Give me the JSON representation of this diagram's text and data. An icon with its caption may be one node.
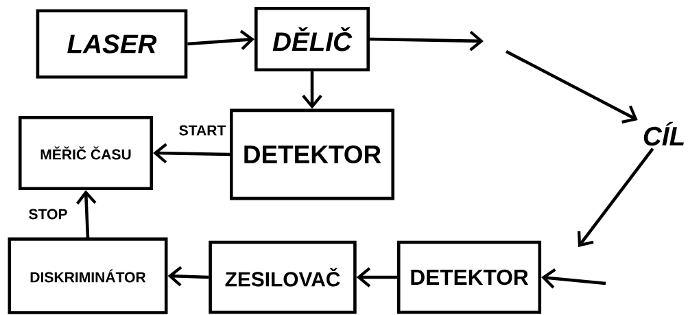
{
  "diagram": {
    "nodes": [
      {
        "text": [
          "LASER"
        ]
      },
      {
        "text": [
          "DĚLIČ"
        ]
      },
      {
        "text": [
          "DETEKTOR"
        ]
      },
      {
        "text": [
          "MĚŘIČ ČASU"
        ]
      },
      {
        "text": [
          "CÍL"
        ]
      },
      {
        "text": [
          "DISKRIMINÁTOR"
        ]
      },
      {
        "text": [
          "ZESILOVAČ"
        ]
      },
      {
        "text": [
          "DETEKTOR"
        ]
      }
    ],
    "edges": [
      {
        "from": 0,
        "to": 1,
        "arrow": "to"
      },
      {
        "from": 1,
        "to": 2,
        "arrow": "to"
      },
      {
        "from": 1,
        "to": null,
        "arrow": "to"
      },
      {
        "from": null,
        "to": 4,
        "arrow": "to"
      },
      {
        "from": 4,
        "to": null,
        "arrow": "to"
      },
      {
        "from": null,
        "to": 7,
        "arrow": "to"
      },
      {
        "from": 2,
        "to": 3,
        "arrow": "to",
        "label": "START"
      },
      {
        "from": 5,
        "to": 3,
        "arrow": "to",
        "label": "STOP"
      },
      {
        "from": 7,
        "to": 6,
        "arrow": "to"
      },
      {
        "from": 6,
        "to": 5,
        "arrow": "to"
      }
    ]
  }
}
